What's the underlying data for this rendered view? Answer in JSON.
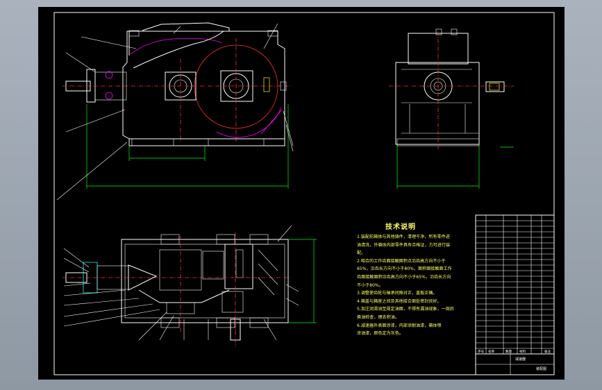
{
  "window": {
    "background_color": "#9aa3ad",
    "sheet_color": "#000000"
  },
  "technical_notes": {
    "title": "技术说明",
    "lines": [
      "1.装配前箱体与其他铸件，清理干净，所有零件进",
      "  油清洗，外箱体内部零件具有合格证，方可进行装",
      "  配。",
      "2.啮合的工作齿面接触面积点沿齿高方向不小于",
      "  65%，沿齿长方向不小于80%，面积面接触面工作",
      "  齿面接触面积沿齿高方向不小于65%，沿齿长方向",
      "  不小于80%。",
      "3.调整使齿轮与轴承间隙对正，盖板正确。",
      "4.箱盖与箱座之间及其他接合面处密封良好。",
      "5.加注润滑油至规定油面，不得有漏油现象，一周后",
      "  换油检查，擦去积油。",
      "6.减速器外表面涂漆，内部涂耐油漆，箱体喷",
      "  涂油漆，颜色定为灰色。"
    ]
  },
  "title_block": {
    "header_cells": [
      "序号",
      "名称",
      "数量",
      "材料",
      "备注"
    ],
    "drawing_name": "减速器",
    "drawing_code": "装配图"
  },
  "colors": {
    "outline": "#ffffff",
    "center": "#ff3030",
    "dimension": "#00ff00",
    "leader": "#ffffff",
    "notes": "#ffff66"
  }
}
